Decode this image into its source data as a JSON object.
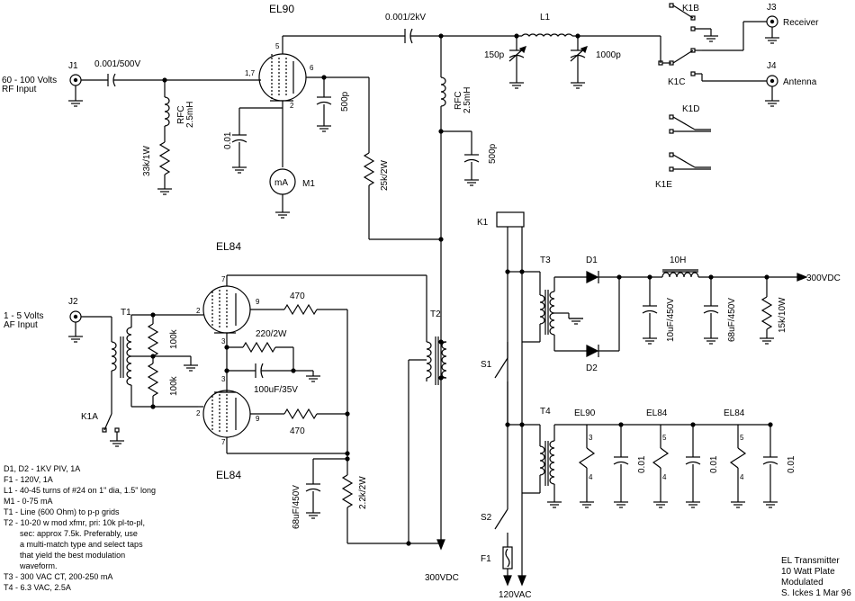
{
  "labels": {
    "el90_top": "EL90",
    "el84_top": "EL84",
    "el84_bot": "EL84",
    "cap_top": "0.001/2kV",
    "l1": "L1",
    "k1b": "K1B",
    "j3": "J3",
    "receiver": "Receiver",
    "j4": "J4",
    "antenna": "Antenna",
    "k1c": "K1C",
    "k1d": "K1D",
    "k1e": "K1E",
    "c150p": "150p",
    "c1000p": "1000p",
    "j1": "J1",
    "rf_in_1": "60 - 100 Volts",
    "rf_in_2": "RF Input",
    "c_in": "0.001/500V",
    "rfc1_a": "RFC",
    "rfc1_b": "2.5mH",
    "r33k": "33k/1W",
    "c001a": "0.01",
    "ma": "mA",
    "m1": "M1",
    "c500p_a": "500p",
    "r25k": "25k/2W",
    "rfc2_a": "RFC",
    "rfc2_b": "2.5mH",
    "c500p_b": "500p",
    "pin17": "1,7",
    "pin5": "5",
    "pin6": "6",
    "pin2a": "2",
    "k1": "K1",
    "t3": "T3",
    "d1": "D1",
    "d2": "D2",
    "l10h": "10H",
    "c10u": "10uF/450V",
    "c68u_a": "68uF/450V",
    "r15k": "15k/10W",
    "v300_r": "300VDC",
    "j2": "J2",
    "af_in_1": "1 - 5  Volts",
    "af_in_2": "AF Input",
    "t1": "T1",
    "r100k_a": "100k",
    "r100k_b": "100k",
    "k1a": "K1A",
    "r470_a": "470",
    "r470_b": "470",
    "r220": "220/2W",
    "c100u": "100uF/35V",
    "t2": "T2",
    "pin7a": "7",
    "pin9a": "9",
    "pin2b": "2",
    "pin3a": "3",
    "pin3b": "3",
    "pin2c": "2",
    "pin9b": "9",
    "pin7b": "7",
    "c68u_b": "68uF/450V",
    "r22k": "2.2k/2W",
    "v300_b": "300VDC",
    "s1": "S1",
    "s2": "S2",
    "f1": "F1",
    "v120": "120VAC",
    "t4": "T4",
    "fil_el90": "EL90",
    "fil_el84a": "EL84",
    "fil_el84b": "EL84",
    "fp3a": "3",
    "fp4a": "4",
    "fp5a": "5",
    "fp4b": "4",
    "fp5b": "5",
    "fp4c": "4",
    "c001b": "0.01",
    "c001c": "0.01",
    "c001d": "0.01"
  },
  "parts_list": [
    "D1, D2 - 1KV PIV, 1A",
    "F1 - 120V, 1A",
    "L1 - 40-45 turns of #24 on 1\" dia, 1.5\" long",
    "M1 - 0-75 mA",
    "T1 - Line (600 Ohm) to p-p grids",
    "T2 - 10-20 w mod xfmr, pri: 10k pl-to-pl,",
    "sec: approx 7.5k.  Preferably, use",
    "a multi-match type and select taps",
    "that yield the best modulation",
    "waveform.",
    "T3 - 300 VAC CT, 200-250 mA",
    "T4 - 6.3 VAC, 2.5A"
  ],
  "title_block": [
    "EL Transmitter",
    "10 Watt Plate",
    "Modulated",
    "S. Ickes 1 Mar 96"
  ]
}
